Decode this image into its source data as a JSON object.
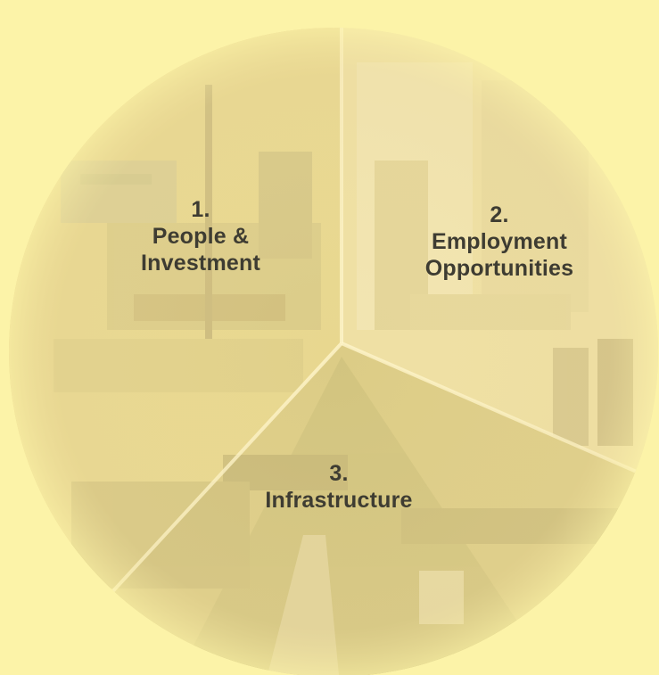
{
  "background_color": "#fcf3a8",
  "segments": [
    {
      "number": "1.",
      "line1": "People &",
      "line2": "Investment"
    },
    {
      "number": "2.",
      "line1": "Employment",
      "line2": "Opportunities"
    },
    {
      "number": "3.",
      "line1": "Infrastructure",
      "line2": ""
    }
  ]
}
